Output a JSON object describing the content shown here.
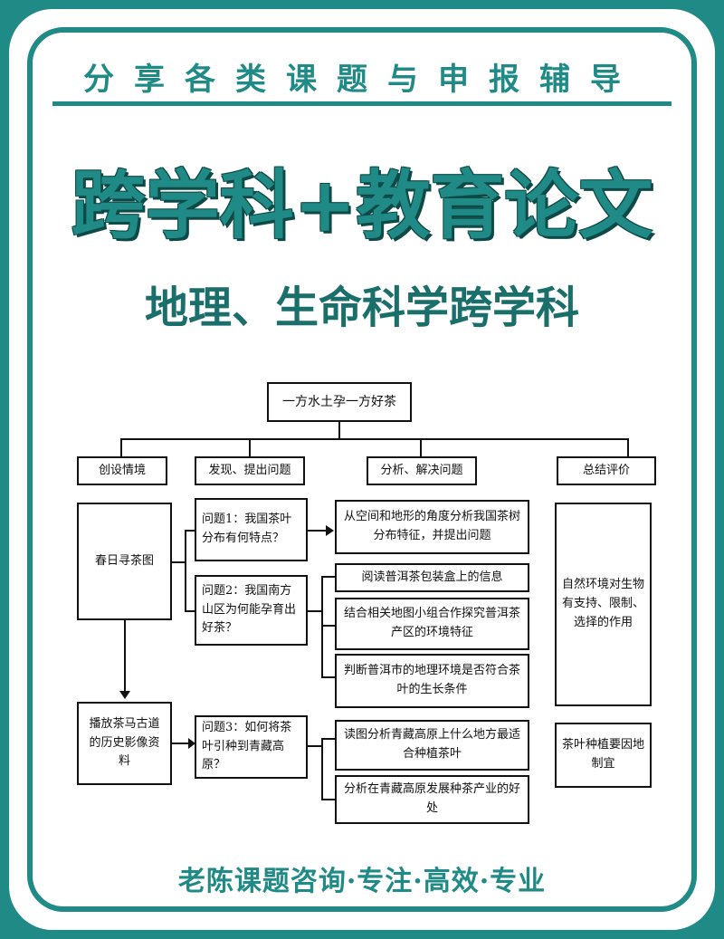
{
  "header": {
    "top_slogan": "分享各类课题与申报辅导",
    "title": "跨学科+教育论文",
    "subtitle": "地理、生命科学跨学科"
  },
  "diagram": {
    "root": "一方水土孕一方好茶",
    "stages": [
      "创设情境",
      "发现、提出问题",
      "分析、解决问题",
      "总结评价"
    ],
    "scene_1": "春日寻茶图",
    "scene_2": "播放茶马古道的历史影像资料",
    "q1": "问题1：我国茶叶分布有何特点？",
    "q2": "问题2：我国南方山区为何能孕育出好茶？",
    "q3": "问题3：如何将茶叶引种到青藏高原？",
    "a1": "从空间和地形的角度分析我国茶树分布特征，并提出问题",
    "a2": "阅读普洱茶包装盒上的信息",
    "a3": "结合相关地图小组合作探究普洱茶产区的环境特征",
    "a4": "判断普洱市的地理环境是否符合茶叶的生长条件",
    "a5": "读图分析青藏高原上什么地方最适合种植茶叶",
    "a6": "分析在青藏高原发展种茶产业的好处",
    "summary_1": "自然环境对生物有支持、限制、选择的作用",
    "summary_2": "茶叶种植要因地制宜"
  },
  "footer": {
    "slogan": "老陈课题咨询·专注·高效·专业"
  },
  "colors": {
    "accent": "#1f8a86",
    "dark_accent": "#0d4a47"
  }
}
